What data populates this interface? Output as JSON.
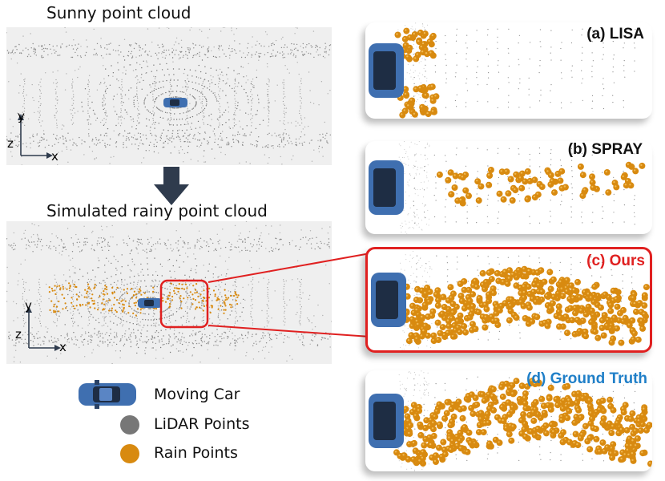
{
  "titles": {
    "sunny": "Sunny point cloud",
    "rainy": "Simulated rainy point cloud"
  },
  "axes": {
    "y": "y",
    "z": "z",
    "x": "x"
  },
  "panels": [
    {
      "id": "a",
      "label": "(a) LISA",
      "color": "#111111"
    },
    {
      "id": "b",
      "label": "(b) SPRAY",
      "color": "#111111"
    },
    {
      "id": "c",
      "label": "(c) Ours",
      "color": "#e02020"
    },
    {
      "id": "d",
      "label": "(d) Ground Truth",
      "color": "#1f7fc8"
    }
  ],
  "legend": {
    "car": "Moving Car",
    "lidar": "LiDAR Points",
    "rain": "Rain Points"
  },
  "colors": {
    "rain": "#d88a10",
    "lidar": "#777777",
    "car": "#3f6fb0",
    "highlight": "#e02020",
    "arrow": "#2f3b4d"
  }
}
